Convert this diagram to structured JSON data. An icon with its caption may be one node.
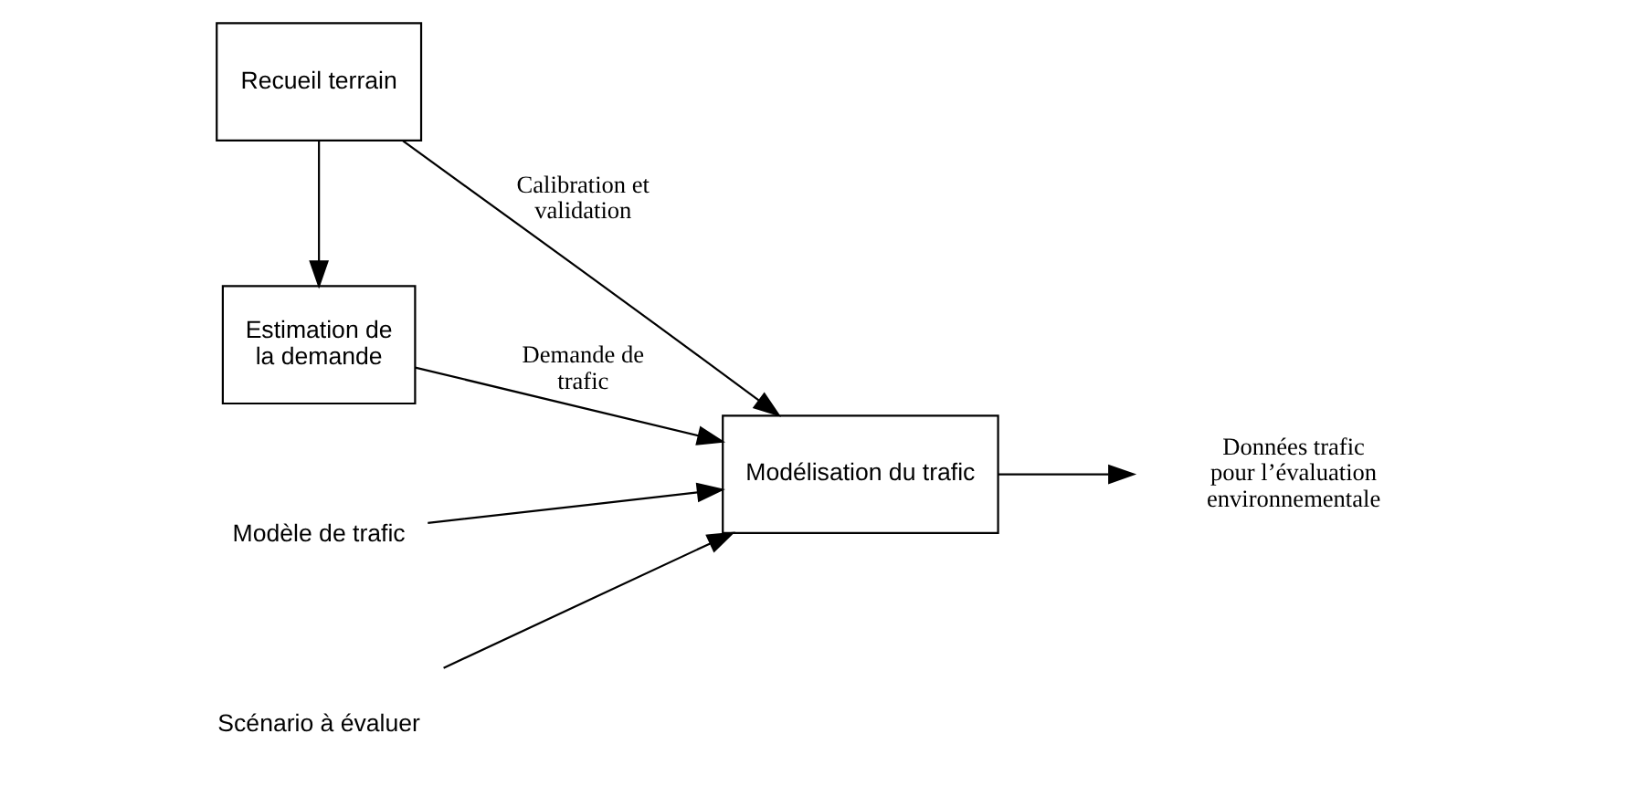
{
  "diagram": {
    "nodes": [
      {
        "text": [
          "Recueil terrain"
        ]
      },
      {
        "text": [
          "Estimation de la demande"
        ]
      },
      {
        "text": [
          "Modèle de trafic"
        ]
      },
      {
        "text": [
          "Modélisation du trafic"
        ]
      },
      {
        "text": [
          "Données trafic pour l’évaluation environnementale"
        ]
      },
      {
        "text": [
          "Scénario à évaluer"
        ]
      }
    ],
    "edges": [
      {
        "from": 0,
        "to": 1,
        "arrow": "to"
      },
      {
        "from": 0,
        "to": 3,
        "arrow": "to",
        "label": "Calibration et validation"
      },
      {
        "from": 1,
        "to": 3,
        "arrow": "to",
        "label": "Demande de trafic"
      },
      {
        "from": 2,
        "to": 3,
        "arrow": "to"
      },
      {
        "from": 3,
        "to": 4,
        "arrow": "to"
      },
      {
        "from": 5,
        "to": 3,
        "arrow": "to"
      }
    ]
  }
}
